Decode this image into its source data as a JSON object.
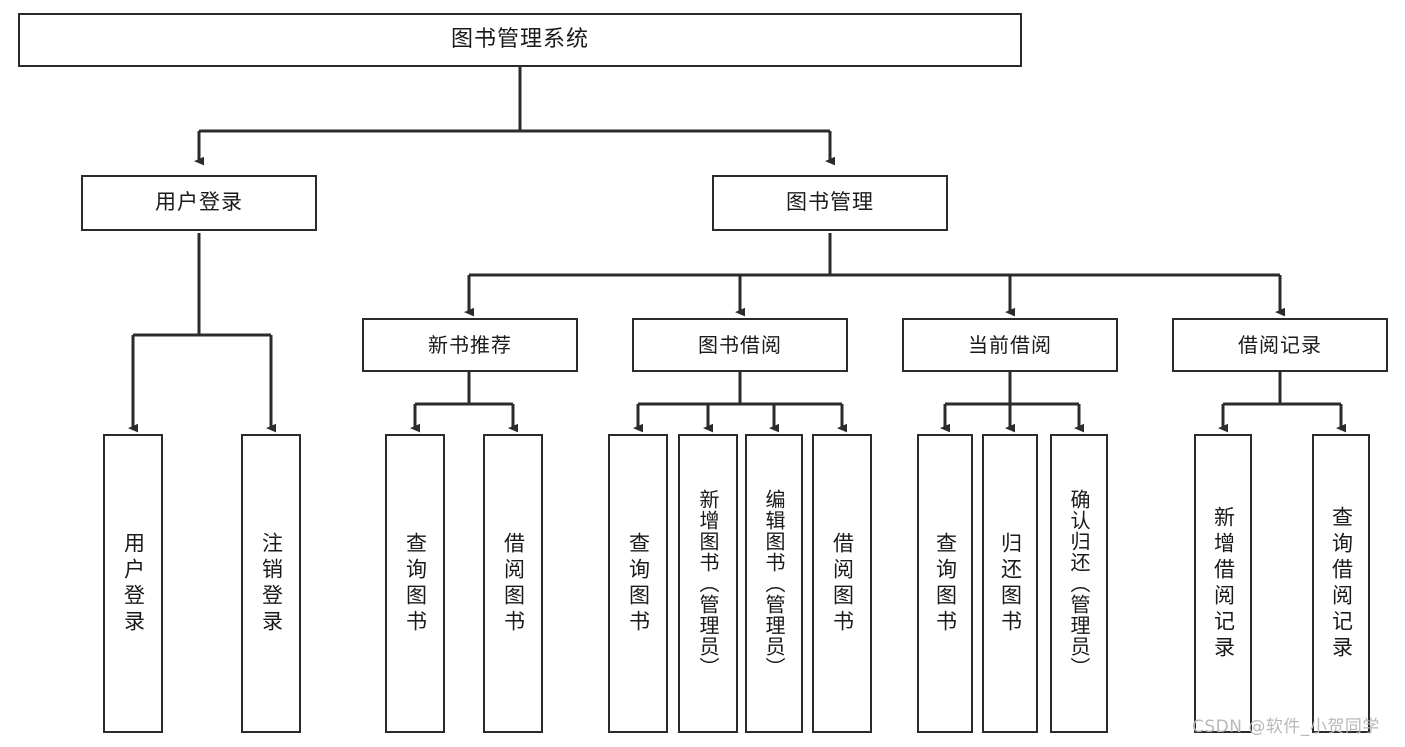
{
  "diagram": {
    "type": "tree-hierarchy",
    "title": "图书管理系统",
    "root": {
      "id": "root",
      "label": "图书管理系统"
    },
    "level1": [
      {
        "id": "user-login",
        "label": "用户登录"
      },
      {
        "id": "book-manage",
        "label": "图书管理"
      }
    ],
    "level2": [
      {
        "id": "new-book-recommend",
        "label": "新书推荐",
        "parent": "book-manage"
      },
      {
        "id": "book-borrow",
        "label": "图书借阅",
        "parent": "book-manage"
      },
      {
        "id": "current-borrow",
        "label": "当前借阅",
        "parent": "book-manage"
      },
      {
        "id": "borrow-record",
        "label": "借阅记录",
        "parent": "book-manage"
      }
    ],
    "leaves": [
      {
        "id": "leaf-user-login",
        "label": "用户登录",
        "parent": "user-login"
      },
      {
        "id": "leaf-logout",
        "label": "注销登录",
        "parent": "user-login"
      },
      {
        "id": "leaf-query-book-1",
        "label": "查询图书",
        "parent": "new-book-recommend"
      },
      {
        "id": "leaf-borrow-book-1",
        "label": "借阅图书",
        "parent": "new-book-recommend"
      },
      {
        "id": "leaf-query-book-2",
        "label": "查询图书",
        "parent": "book-borrow"
      },
      {
        "id": "leaf-add-book",
        "label": "新增图书（管理员）",
        "parent": "book-borrow"
      },
      {
        "id": "leaf-edit-book",
        "label": "编辑图书（管理员）",
        "parent": "book-borrow"
      },
      {
        "id": "leaf-borrow-book-2",
        "label": "借阅图书",
        "parent": "book-borrow"
      },
      {
        "id": "leaf-query-book-3",
        "label": "查询图书",
        "parent": "current-borrow"
      },
      {
        "id": "leaf-return-book",
        "label": "归还图书",
        "parent": "current-borrow"
      },
      {
        "id": "leaf-confirm-return",
        "label": "确认归还（管理员）",
        "parent": "current-borrow"
      },
      {
        "id": "leaf-add-record",
        "label": "新增借阅记录",
        "parent": "borrow-record"
      },
      {
        "id": "leaf-query-record",
        "label": "查询借阅记录",
        "parent": "borrow-record"
      }
    ],
    "colors": {
      "stroke": "#2b2b2b",
      "fill": "#ffffff",
      "text": "#1a1a1a",
      "watermark": "#b9b9b9"
    }
  },
  "watermark": {
    "text": "CSDN @软件_小贺同学"
  }
}
